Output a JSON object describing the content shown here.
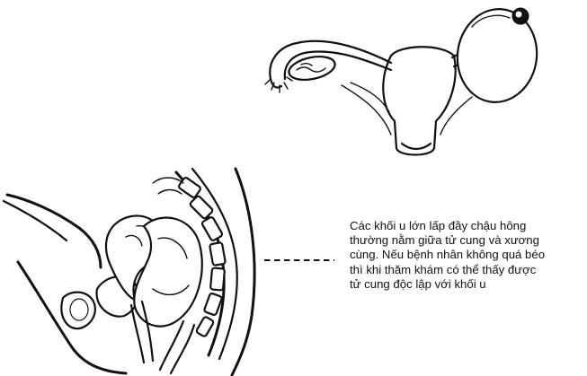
{
  "caption": {
    "lines": [
      "Các khối u lớn lấp đầy chậu hông",
      "thường nằm giữa tử cung và xương",
      "cùng. Nếu bệnh nhân không quá béo",
      "thì khi thăm khám có thể thấy được",
      "tử cung độc lập với khối u"
    ]
  }
}
